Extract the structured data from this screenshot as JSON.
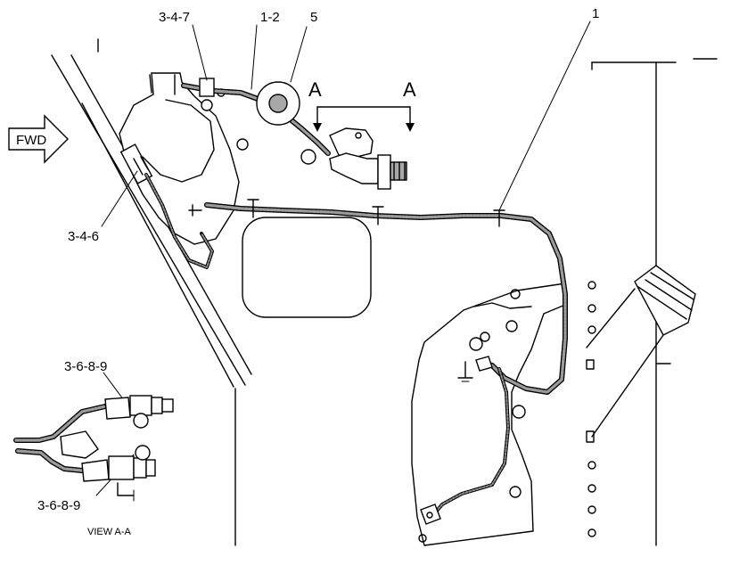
{
  "callouts": {
    "clip": "3-4-7",
    "harness": "1-2",
    "grommet": "5",
    "rear_clip": "1",
    "front_connector": "3-4-6",
    "view_upper": "3-6-8-9",
    "view_lower": "3-6-8-9"
  },
  "section": {
    "left": "A",
    "right": "A"
  },
  "direction": {
    "label": "FWD"
  },
  "view_title": "VIEW A-A"
}
